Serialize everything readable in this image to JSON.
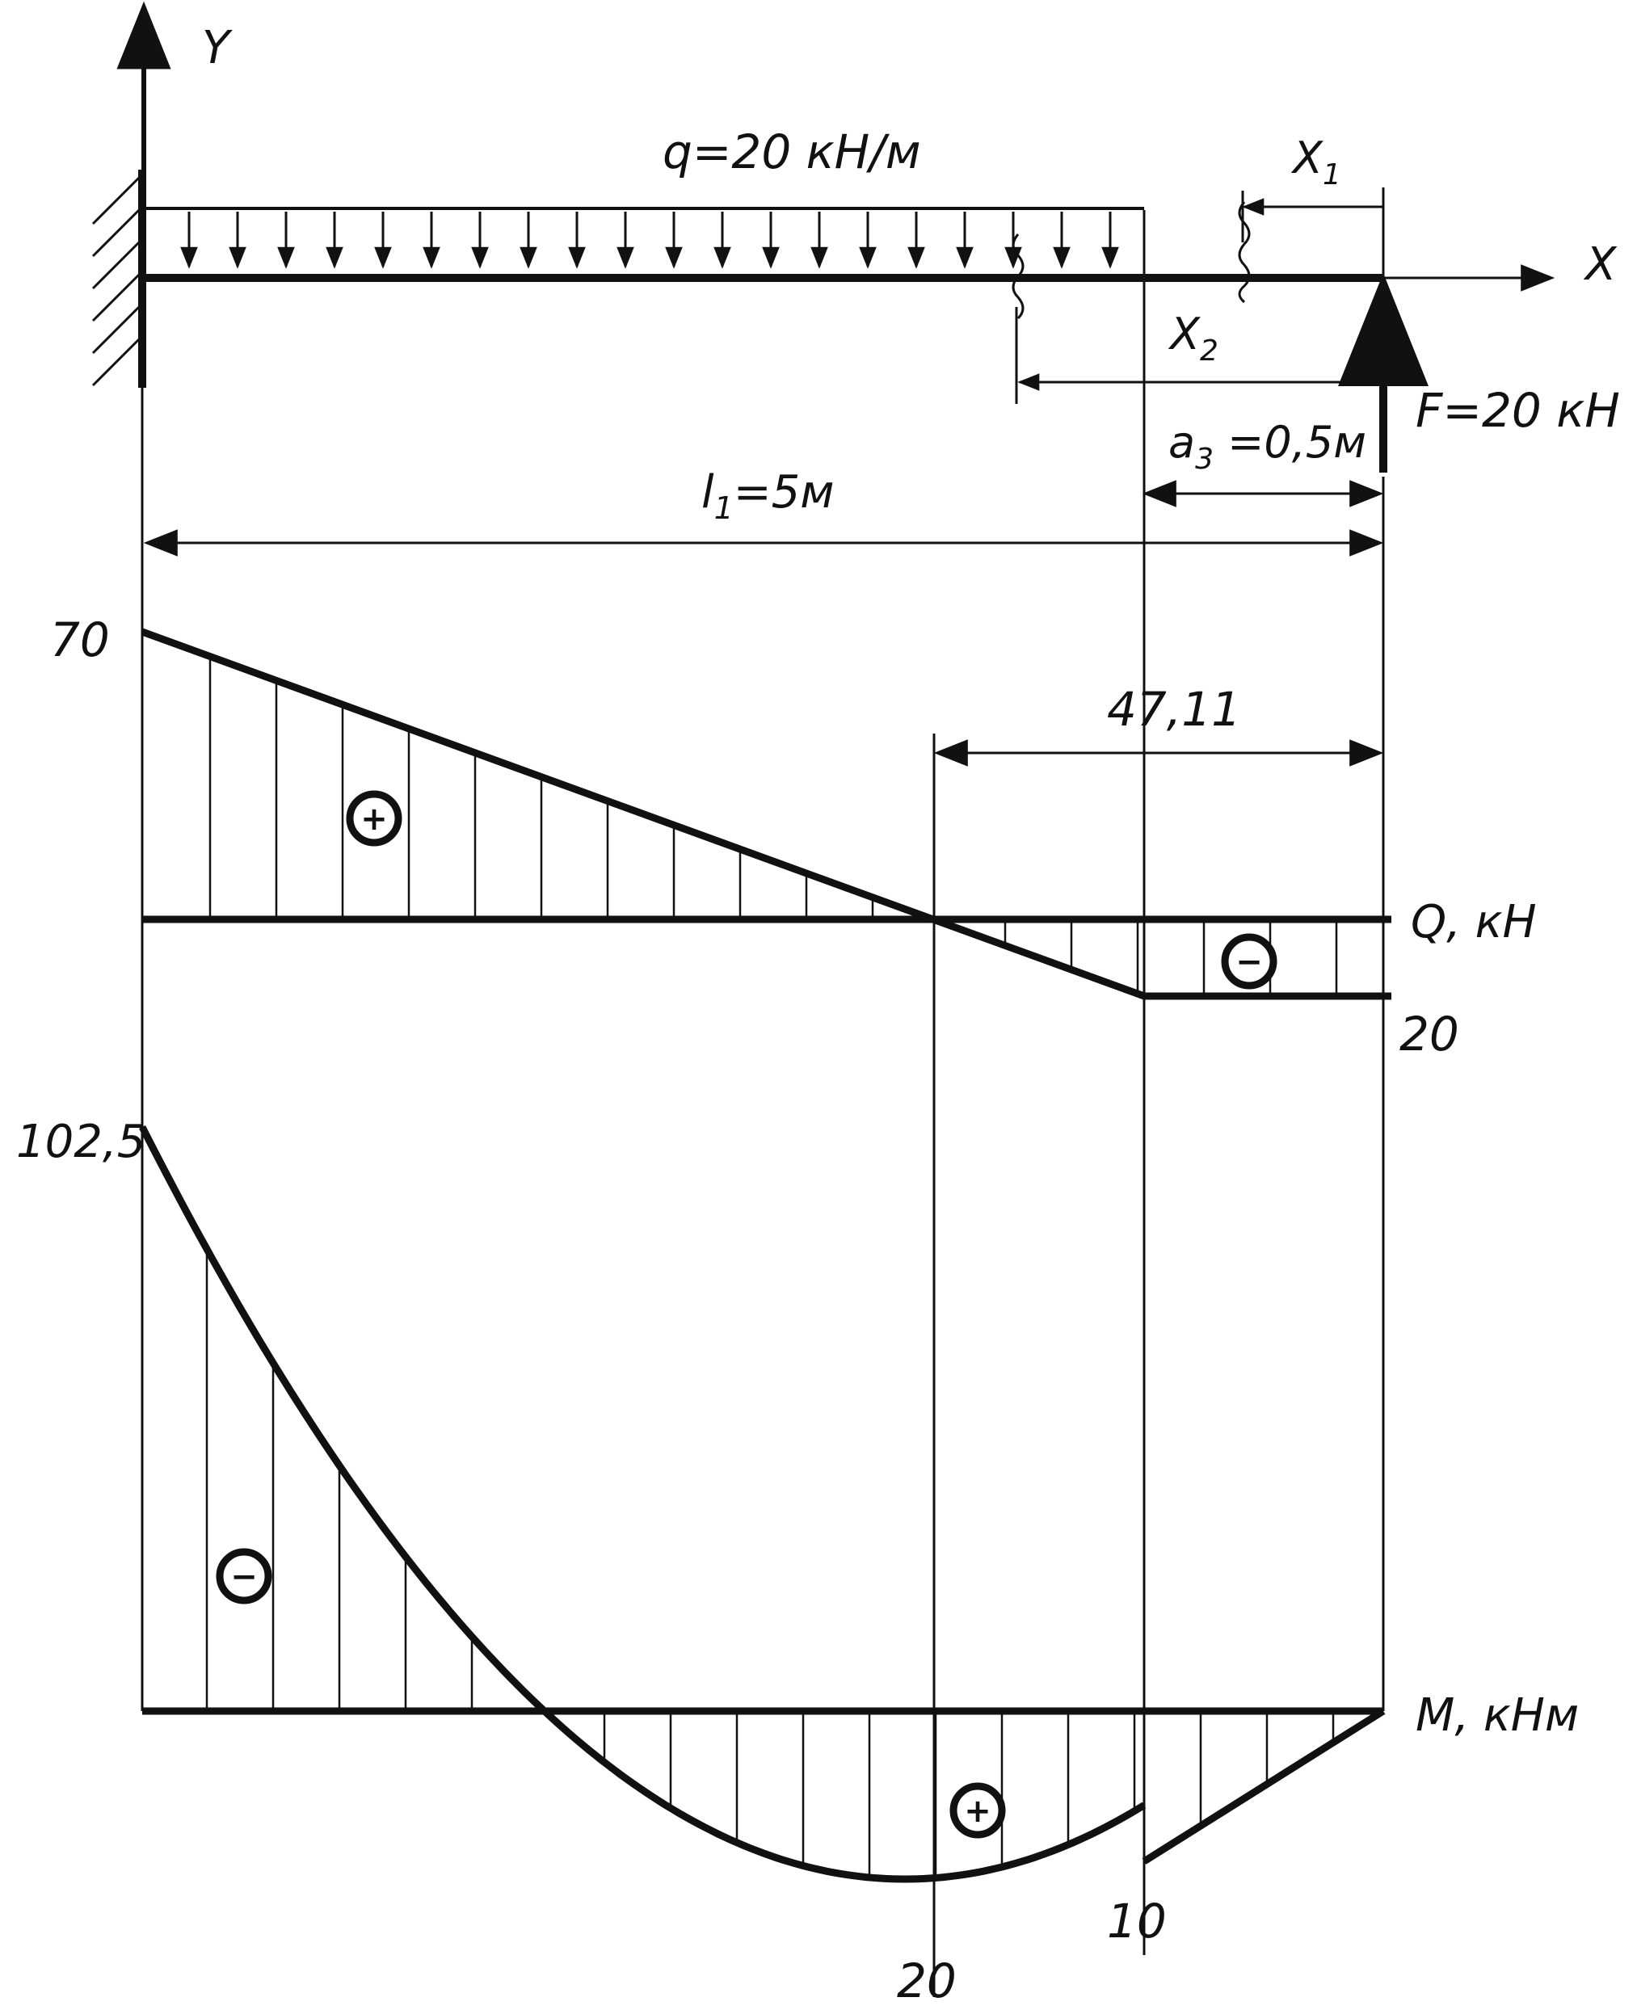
{
  "labels": {
    "axis_y": "Y",
    "axis_x": "X",
    "load_q": "q=20 кН/м",
    "x1": "X",
    "x1_sub": "1",
    "x2": "X",
    "x2_sub": "2",
    "force_f": "F=20 кН",
    "dim_a3": "a",
    "dim_a3_sub": "3",
    "dim_a3_val": " =0,5м",
    "dim_l1": "l",
    "dim_l1_sub": "1",
    "dim_l1_val": "=5м",
    "dim_4711": "47,11",
    "q_axis": "Q, кН",
    "m_axis": "M, кНм",
    "q_max": "70",
    "q_min": "20",
    "m_max": "102,5",
    "m_20": "20",
    "m_10": "10",
    "sign_plus": "+",
    "sign_minus": "−"
  },
  "colors": {
    "stroke": "#111111",
    "background": "#ffffff"
  }
}
